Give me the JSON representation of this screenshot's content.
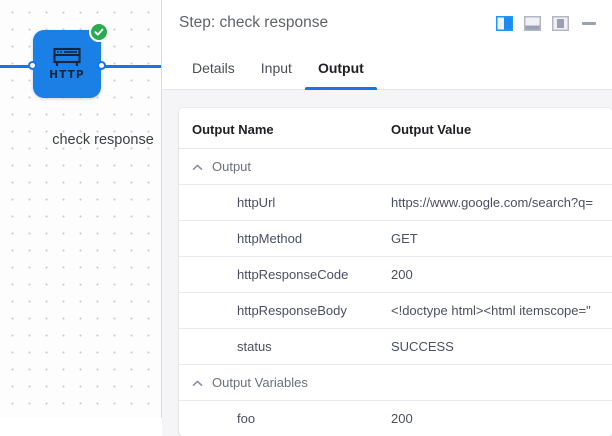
{
  "canvas": {
    "node": {
      "icon_name": "http-browser-icon",
      "icon_label": "HTTP",
      "status_icon": "check-circle-icon",
      "label": "check response"
    }
  },
  "panel": {
    "title": "Step: check response",
    "layout_buttons": [
      {
        "name": "layout-split-right-icon",
        "active": true
      },
      {
        "name": "layout-bottom-panel-icon",
        "active": false
      },
      {
        "name": "layout-center-panel-icon",
        "active": false
      }
    ],
    "minimize_icon": "minimize-icon",
    "tabs": [
      {
        "label": "Details",
        "active": false
      },
      {
        "label": "Input",
        "active": false
      },
      {
        "label": "Output",
        "active": true
      }
    ],
    "table": {
      "headers": [
        "Output Name",
        "Output Value"
      ],
      "groups": [
        {
          "label": "Output",
          "collapse_icon": "chevron-up-icon",
          "rows": [
            {
              "name": "httpUrl",
              "value": "https://www.google.com/search?q="
            },
            {
              "name": "httpMethod",
              "value": "GET"
            },
            {
              "name": "httpResponseCode",
              "value": "200"
            },
            {
              "name": "httpResponseBody",
              "value": "<!doctype html><html itemscope=\""
            },
            {
              "name": "status",
              "value": "SUCCESS"
            }
          ]
        },
        {
          "label": "Output Variables",
          "collapse_icon": "chevron-up-icon",
          "rows": [
            {
              "name": "foo",
              "value": "200"
            }
          ]
        }
      ]
    }
  },
  "colors": {
    "node_blue": "#1a80e5",
    "edge_blue": "#1a73e8",
    "accent_blue": "#1a73e8",
    "status_green": "#2aab4f",
    "panel_bg": "#f5f5f7",
    "text_muted": "#5f6368"
  }
}
